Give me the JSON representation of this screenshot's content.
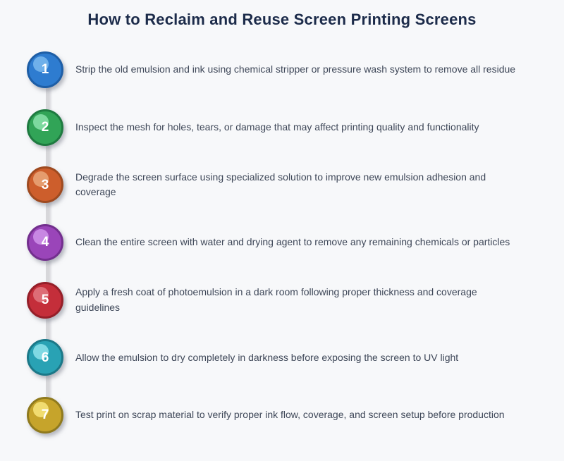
{
  "title": "How to Reclaim and Reuse Screen Printing Screens",
  "colors": {
    "background": "#f7f8fa",
    "title": "#1c2b4a",
    "text": "#3e4758",
    "connector": "#d7d7da"
  },
  "steps": [
    {
      "number": "1",
      "text": "Strip the old emulsion and ink using chemical stripper or pressure wash system to remove all residue",
      "fill": "#2e7cd0",
      "border": "#1e5ea6",
      "highlight": "#6fb0ea"
    },
    {
      "number": "2",
      "text": "Inspect the mesh for holes, tears, or damage that may affect printing quality and functionality",
      "fill": "#31a457",
      "border": "#1e7a40",
      "highlight": "#7cd99e"
    },
    {
      "number": "3",
      "text": "Degrade the screen surface using specialized solution to improve new emulsion adhesion and coverage",
      "fill": "#cd5e2c",
      "border": "#9e4a20",
      "highlight": "#e59c6e"
    },
    {
      "number": "4",
      "text": "Clean the entire screen with water and drying agent to remove any remaining chemicals or particles",
      "fill": "#9a45b9",
      "border": "#732f8e",
      "highlight": "#c887e3"
    },
    {
      "number": "5",
      "text": "Apply a fresh coat of photoemulsion in a dark room following proper thickness and coverage guidelines",
      "fill": "#c42e3a",
      "border": "#951f29",
      "highlight": "#dd6d76"
    },
    {
      "number": "6",
      "text": "Allow the emulsion to dry completely in darkness before exposing the screen to UV light",
      "fill": "#29a2b4",
      "border": "#1b7888",
      "highlight": "#7fd9e3"
    },
    {
      "number": "7",
      "text": "Test print on scrap material to verify proper ink flow, coverage, and screen setup before production",
      "fill": "#c6a42b",
      "border": "#8f7a1e",
      "highlight": "#f1dc70"
    }
  ]
}
